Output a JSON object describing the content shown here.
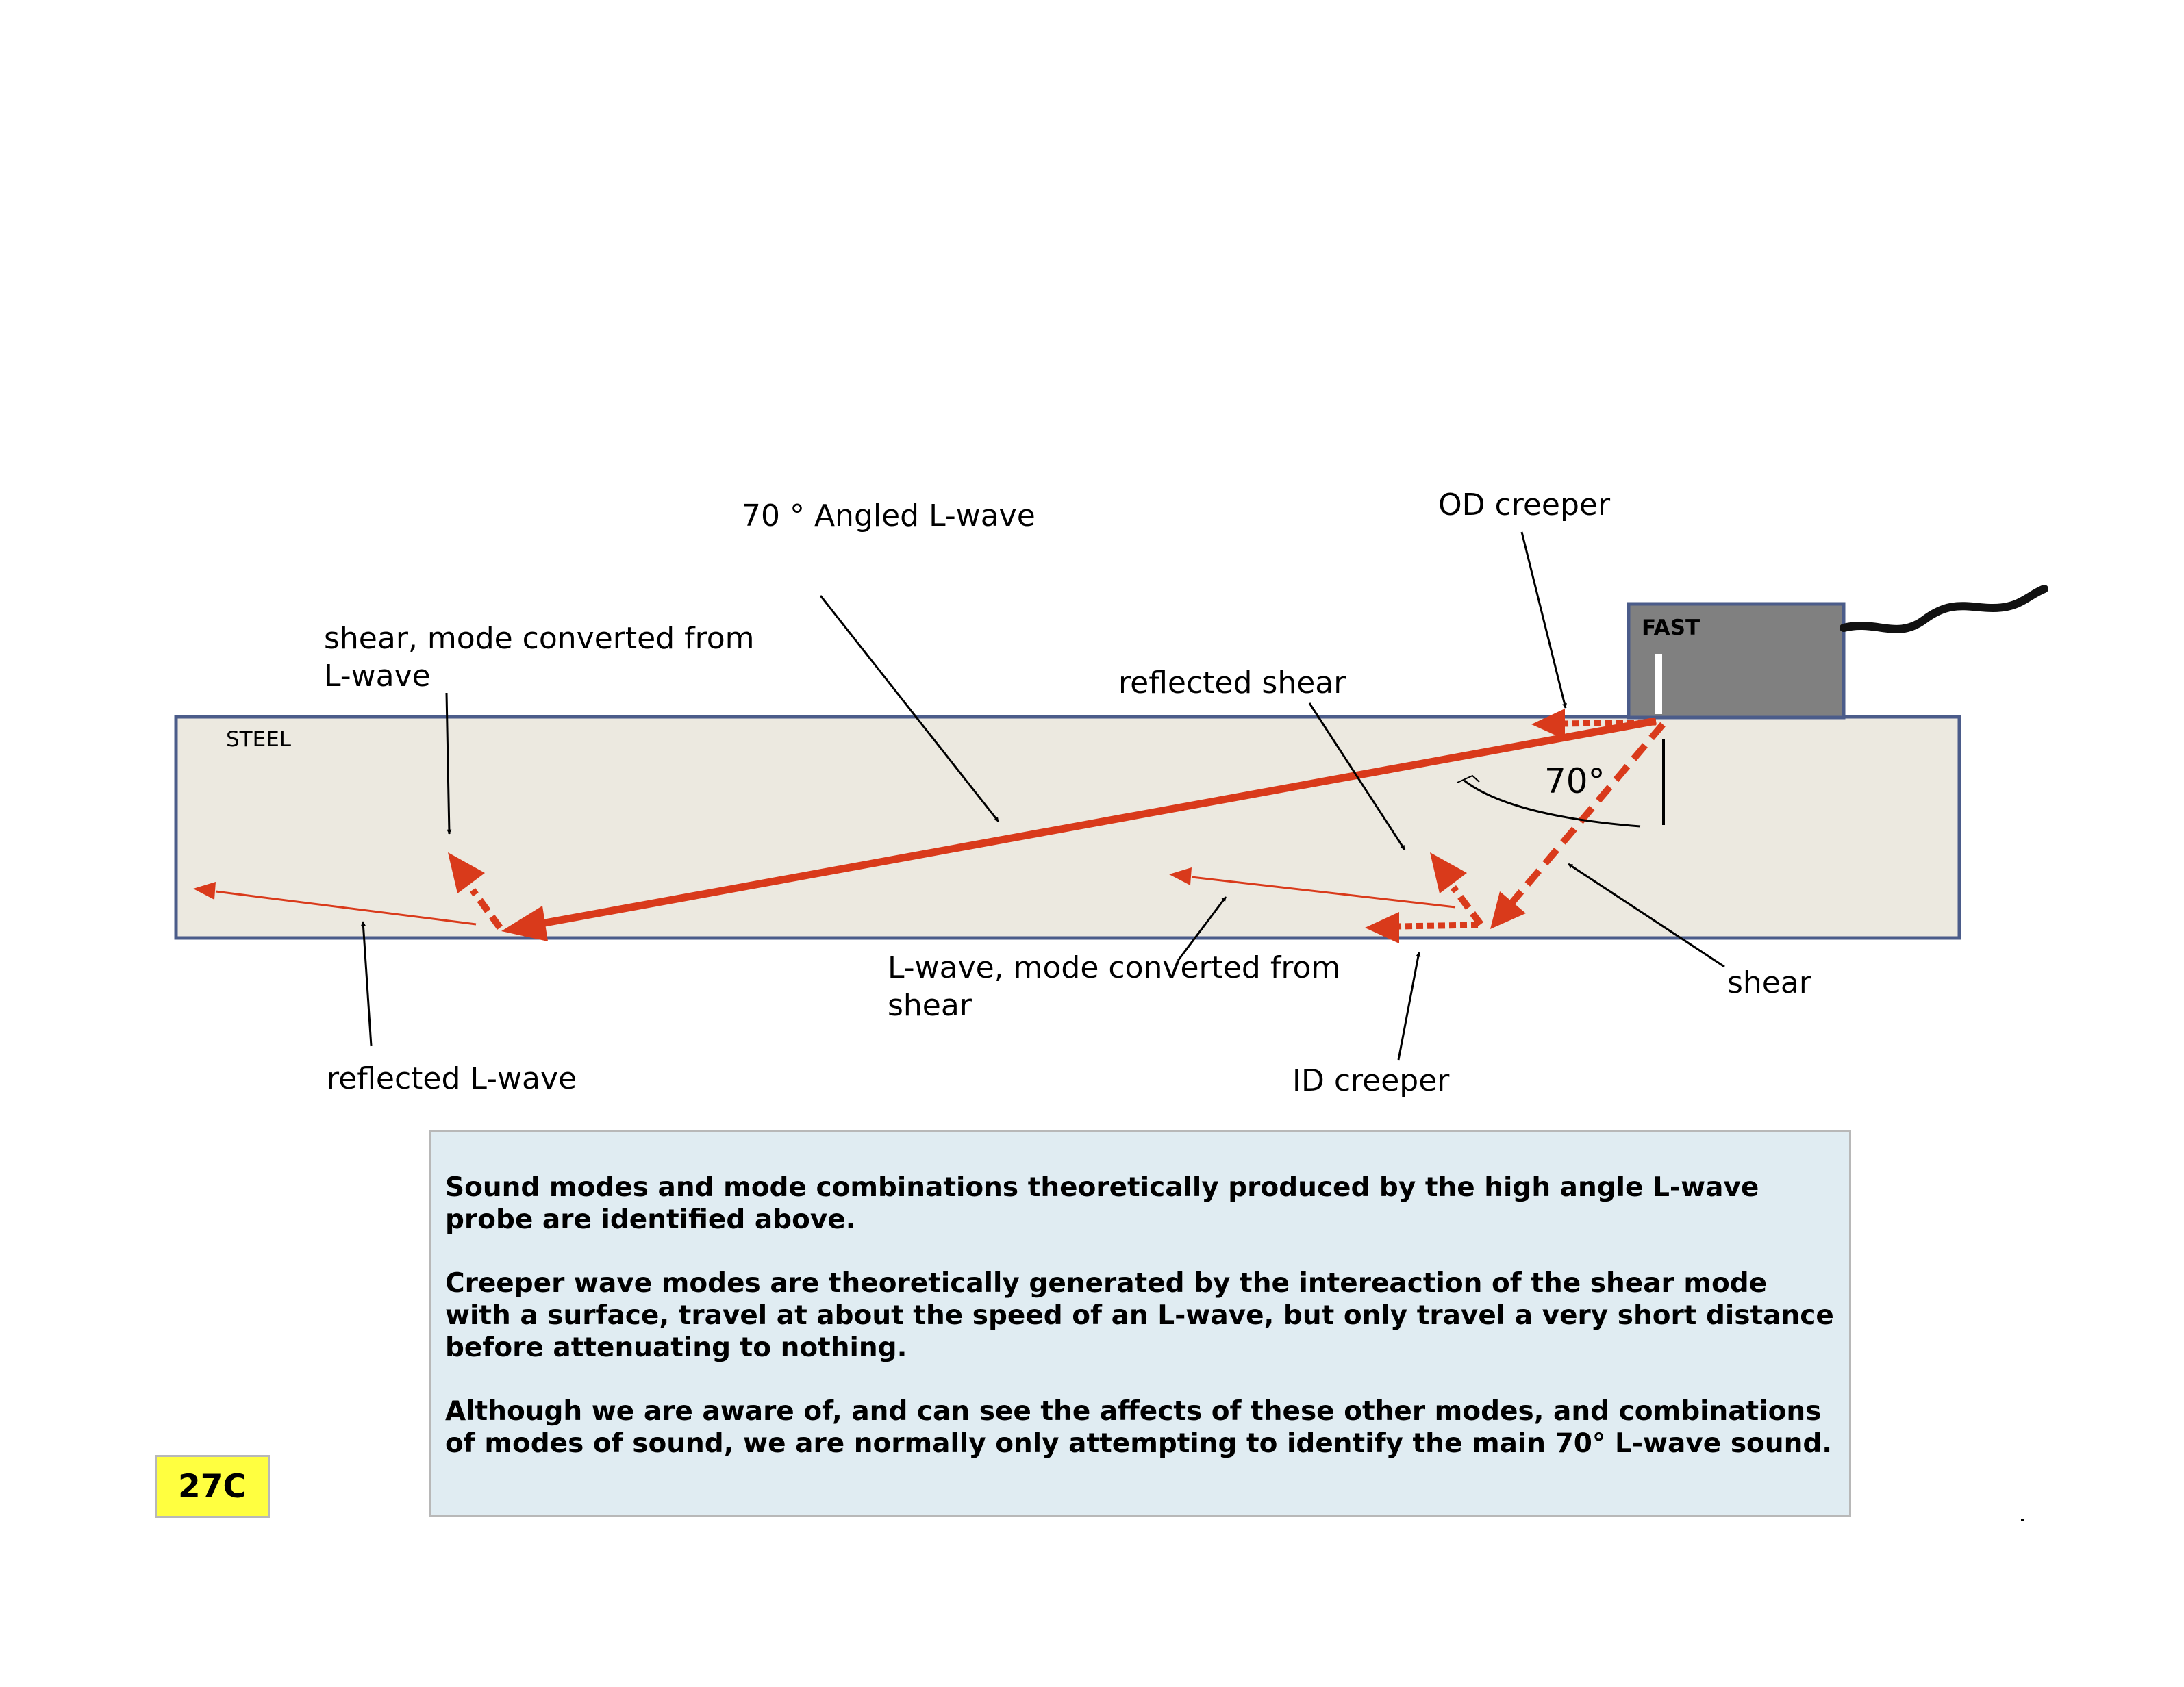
{
  "diagram": {
    "material_label": "STEEL",
    "probe_label": "FAST",
    "angle_label": "70°",
    "labels": {
      "angled_l_wave": "70 °  Angled L-wave",
      "od_creeper": "OD creeper",
      "shear_mode_converted_line1": "shear, mode converted from",
      "shear_mode_converted_line2": "L-wave",
      "reflected_shear": "reflected shear",
      "l_wave_mode_converted_line1": "L-wave, mode converted from",
      "l_wave_mode_converted_line2": "shear",
      "shear": "shear",
      "reflected_l_wave": "reflected L-wave",
      "id_creeper": "ID creeper"
    },
    "colors": {
      "steel_fill": "#ece9e0",
      "steel_border": "#4b5c8a",
      "wave_red": "#d93a1b",
      "probe_fill": "#808080"
    }
  },
  "notes": {
    "p1": "Sound modes and mode combinations theoretically produced by the high angle L-wave probe are identified above.",
    "p2": "Creeper wave modes are theoretically generated by the intereaction of the shear mode with a surface, travel at about the speed of an L-wave, but only travel a very short distance before attenuating to nothing.",
    "p3": "Although we are aware of, and can see the affects of these other modes, and combinations of modes of sound, we are normally only attempting to identify the main 70° L-wave sound."
  },
  "slide_id": "27C"
}
